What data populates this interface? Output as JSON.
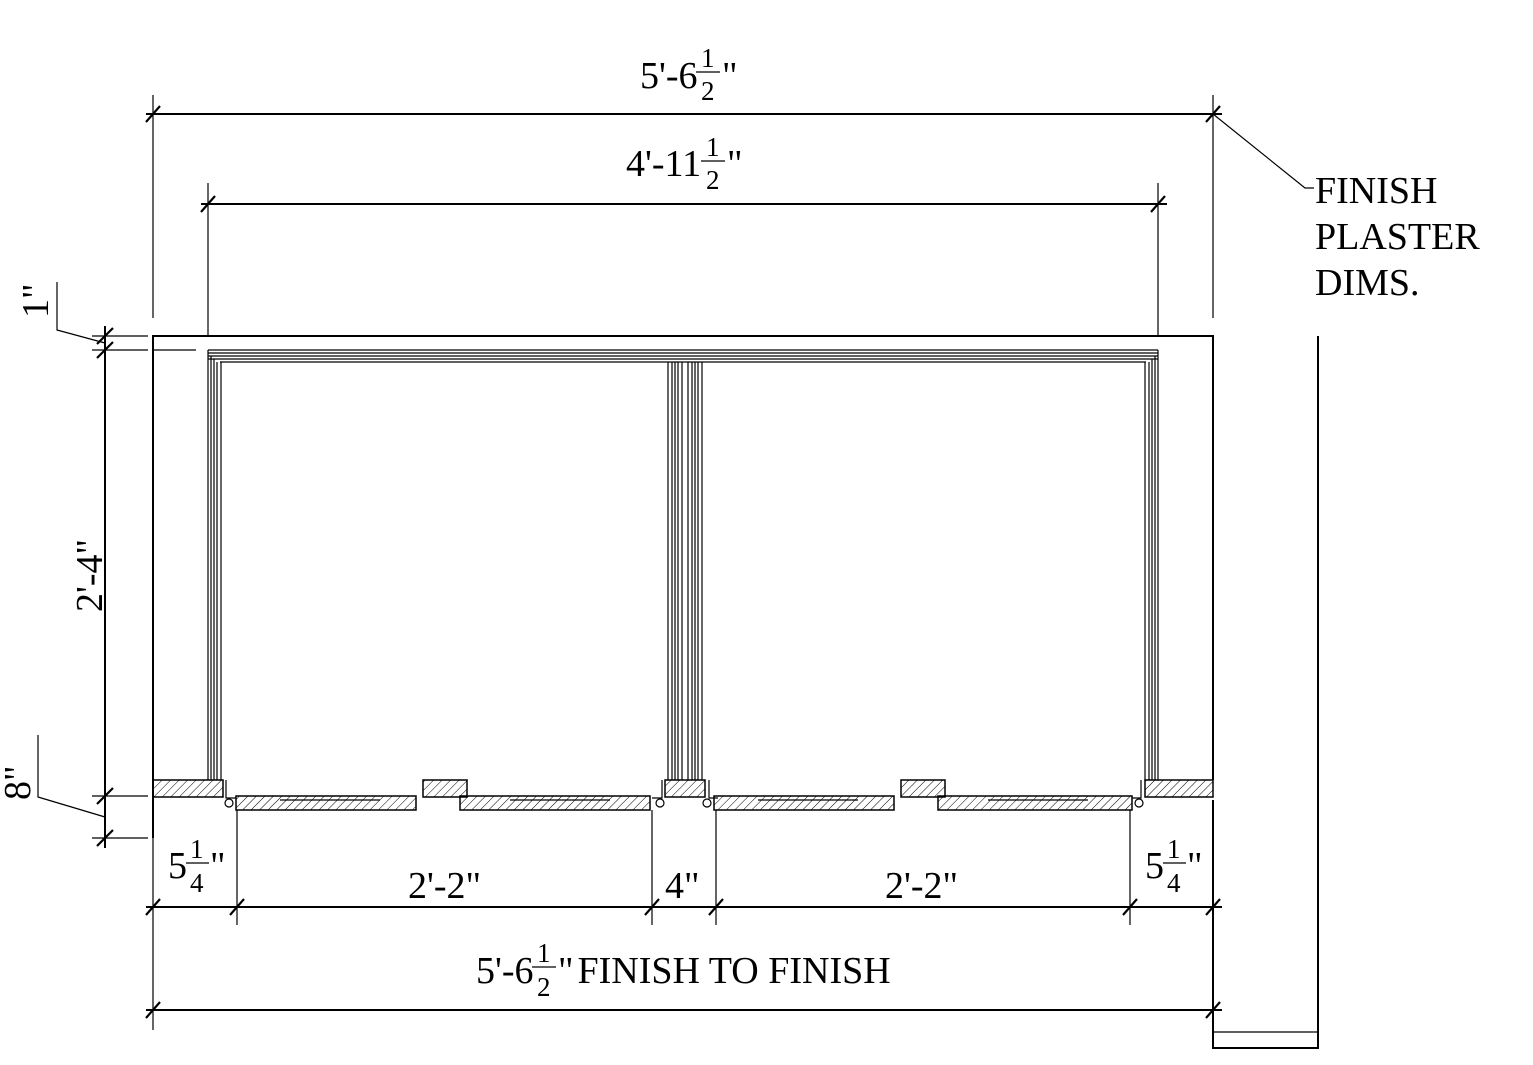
{
  "overall_top": {
    "whole": "5'-6",
    "num": "1",
    "den": "2",
    "unit": "\""
  },
  "inner_top": {
    "whole": "4'-11",
    "num": "1",
    "den": "2",
    "unit": "\""
  },
  "left_dims": {
    "small": "1\"",
    "height": "2'-4\"",
    "bottom": "8\""
  },
  "note": {
    "line1": "FINISH",
    "line2": "PLASTER",
    "line3": "DIMS."
  },
  "bottom_chain": {
    "left_whole": "5",
    "left_num": "1",
    "left_den": "4",
    "left_unit": "\"",
    "door1": "2'-2\"",
    "mullion": "4\"",
    "door2": "2'-2\"",
    "right_whole": "5",
    "right_num": "1",
    "right_den": "4",
    "right_unit": "\""
  },
  "bottom_overall": {
    "whole": "5'-6",
    "num": "1",
    "den": "2",
    "unit": "\"",
    "suffix": " FINISH TO FINISH"
  }
}
